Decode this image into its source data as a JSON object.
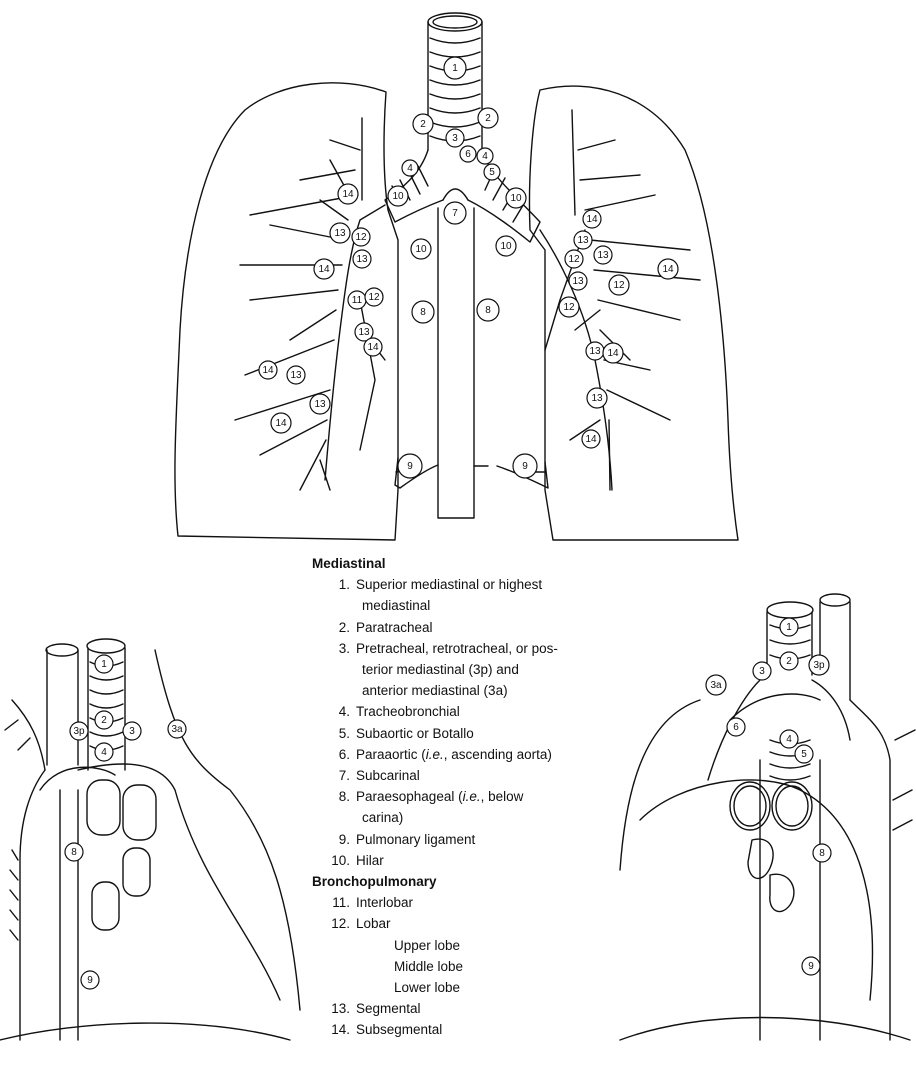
{
  "legend": {
    "mediastinal_heading": "Mediastinal",
    "bronchopulmonary_heading": "Bronchopulmonary",
    "items": [
      {
        "num": "1.",
        "text": "Superior mediastinal or highest",
        "cont": "mediastinal"
      },
      {
        "num": "2.",
        "text": "Paratracheal"
      },
      {
        "num": "3.",
        "text": "Pretracheal, retrotracheal, or pos-",
        "cont": "terior mediastinal (3p) and",
        "cont2": "anterior mediastinal (3a)"
      },
      {
        "num": "4.",
        "text": "Tracheobronchial"
      },
      {
        "num": "5.",
        "text": "Subaortic or Botallo"
      },
      {
        "num": "6.",
        "pre": "Paraaortic (",
        "em": "i.e.",
        "post": ", ascending aorta)"
      },
      {
        "num": "7.",
        "text": "Subcarinal"
      },
      {
        "num": "8.",
        "pre": "Paraesophageal (",
        "em": "i.e.",
        "post": ", below",
        "cont": "carina)"
      },
      {
        "num": "9.",
        "text": "Pulmonary ligament"
      },
      {
        "num": "10.",
        "text": "Hilar"
      },
      {
        "num": "11.",
        "text": "Interlobar"
      },
      {
        "num": "12.",
        "text": "Lobar",
        "subs": [
          "Upper lobe",
          "Middle lobe",
          "Lower lobe"
        ]
      },
      {
        "num": "13.",
        "text": "Segmental"
      },
      {
        "num": "14.",
        "text": "Subsegmental"
      }
    ]
  },
  "node_labels": {
    "n1": "1",
    "n2": "2",
    "n3": "3",
    "n3p": "3p",
    "n3a": "3a",
    "n4": "4",
    "n5": "5",
    "n6": "6",
    "n7": "7",
    "n8": "8",
    "n9": "9",
    "n10": "10",
    "n11": "11",
    "n12": "12",
    "n13": "13",
    "n14": "14"
  },
  "nodes": [
    {
      "k": "n1",
      "d": "m"
    },
    {
      "k": "n2",
      "d": "m"
    },
    {
      "k": "n2",
      "d": "m"
    },
    {
      "k": "n3",
      "d": "m"
    },
    {
      "k": "n6",
      "d": "m"
    },
    {
      "k": "n4",
      "d": "m"
    },
    {
      "k": "n4",
      "d": "m"
    },
    {
      "k": "n5",
      "d": "m"
    },
    {
      "k": "n10",
      "d": "m"
    },
    {
      "k": "n10",
      "d": "m"
    },
    {
      "k": "n7",
      "d": "m"
    },
    {
      "k": "n10",
      "d": "m"
    },
    {
      "k": "n10",
      "d": "m"
    },
    {
      "k": "n8",
      "d": "m"
    },
    {
      "k": "n8",
      "d": "m"
    },
    {
      "k": "n9",
      "d": "m"
    },
    {
      "k": "n9",
      "d": "m"
    },
    {
      "k": "n14",
      "d": "m"
    },
    {
      "k": "n13",
      "d": "m"
    },
    {
      "k": "n12",
      "d": "m"
    },
    {
      "k": "n13",
      "d": "m"
    },
    {
      "k": "n14",
      "d": "m"
    },
    {
      "k": "n11",
      "d": "m"
    },
    {
      "k": "n12",
      "d": "m"
    },
    {
      "k": "n13",
      "d": "m"
    },
    {
      "k": "n14",
      "d": "m"
    },
    {
      "k": "n14",
      "d": "m"
    },
    {
      "k": "n13",
      "d": "m"
    },
    {
      "k": "n13",
      "d": "m"
    },
    {
      "k": "n14",
      "d": "m"
    },
    {
      "k": "n14",
      "d": "m"
    },
    {
      "k": "n13",
      "d": "m"
    },
    {
      "k": "n12",
      "d": "m"
    },
    {
      "k": "n13",
      "d": "m"
    },
    {
      "k": "n14",
      "d": "m"
    },
    {
      "k": "n13",
      "d": "m"
    },
    {
      "k": "n12",
      "d": "m"
    },
    {
      "k": "n12",
      "d": "m"
    },
    {
      "k": "n13",
      "d": "m"
    },
    {
      "k": "n14",
      "d": "m"
    },
    {
      "k": "n13",
      "d": "m"
    },
    {
      "k": "n14",
      "d": "m"
    },
    {
      "k": "n1",
      "d": "l"
    },
    {
      "k": "n2",
      "d": "l"
    },
    {
      "k": "n3p",
      "d": "l"
    },
    {
      "k": "n3",
      "d": "l"
    },
    {
      "k": "n4",
      "d": "l"
    },
    {
      "k": "n3a",
      "d": "l"
    },
    {
      "k": "n8",
      "d": "l"
    },
    {
      "k": "n9",
      "d": "l"
    },
    {
      "k": "n1",
      "d": "r"
    },
    {
      "k": "n3",
      "d": "r"
    },
    {
      "k": "n2",
      "d": "r"
    },
    {
      "k": "n3p",
      "d": "r"
    },
    {
      "k": "n3a",
      "d": "r"
    },
    {
      "k": "n6",
      "d": "r"
    },
    {
      "k": "n4",
      "d": "r"
    },
    {
      "k": "n5",
      "d": "r"
    },
    {
      "k": "n8",
      "d": "r"
    },
    {
      "k": "n9",
      "d": "r"
    }
  ]
}
